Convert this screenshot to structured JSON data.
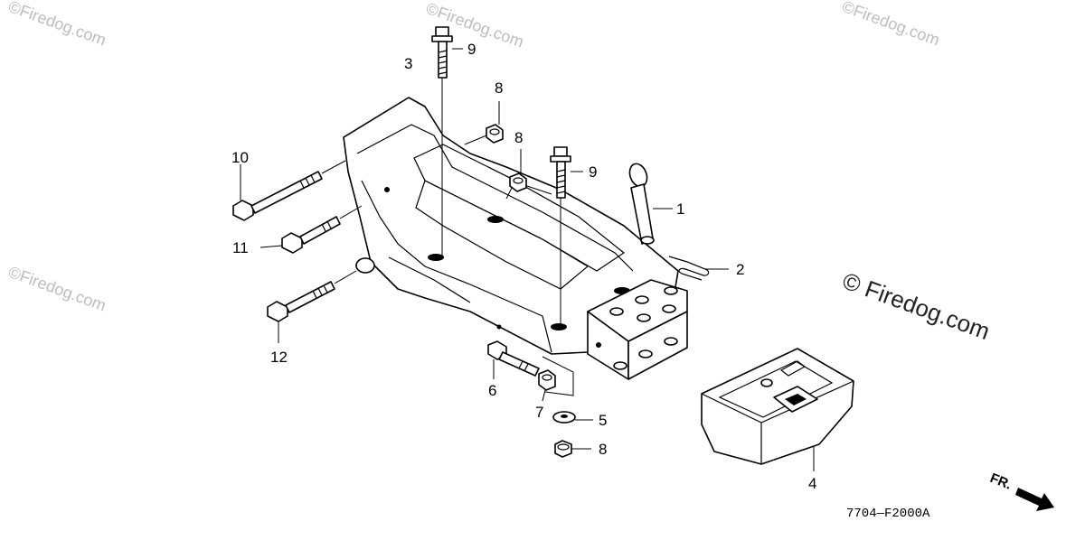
{
  "diagram": {
    "callouts": {
      "c1": "1",
      "c2": "2",
      "c3": "3",
      "c4": "4",
      "c5": "5",
      "c6": "6",
      "c7": "7",
      "c8a": "8",
      "c8b": "8",
      "c8c": "8",
      "c9a": "9",
      "c9b": "9",
      "c10": "10",
      "c11": "11",
      "c12": "12"
    },
    "diagram_code": "7704—F2000A",
    "direction_label": "FR.",
    "watermark_small": "©Firedog.com",
    "watermark_large": "© Firedog.com"
  }
}
